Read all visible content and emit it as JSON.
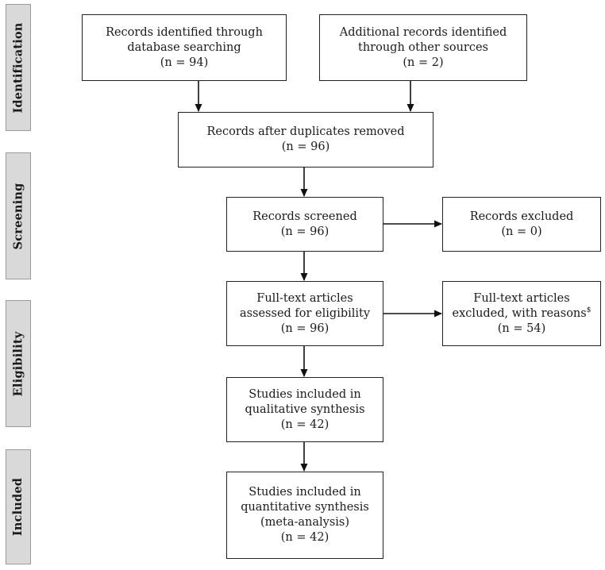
{
  "phases": {
    "identification": "Identification",
    "screening": "Screening",
    "eligibility": "Eligibility",
    "included": "Included"
  },
  "boxes": {
    "db_search": {
      "label": "Records identified through\ndatabase searching",
      "count": "(n = 94)"
    },
    "other_sources": {
      "label": "Additional records identified\nthrough other sources",
      "count": "(n = 2)"
    },
    "dup_removed": {
      "label": "Records after duplicates removed",
      "count": "(n = 96)"
    },
    "screened": {
      "label": "Records screened",
      "count": "(n =  96)"
    },
    "excluded": {
      "label": "Records excluded",
      "count": "(n =  0)"
    },
    "fulltext_assessed": {
      "label": "Full-text articles\nassessed for eligibility",
      "count": "(n =  96)"
    },
    "fulltext_excluded": {
      "label": "Full-text articles\nexcluded, with reasons",
      "label_sup": "$",
      "count": "(n =  54)"
    },
    "qualitative": {
      "label": "Studies included in\nqualitative synthesis",
      "count": "(n =  42)"
    },
    "quantitative": {
      "label": "Studies included in\nquantitative synthesis\n(meta-analysis)",
      "count": "(n = 42)"
    }
  }
}
